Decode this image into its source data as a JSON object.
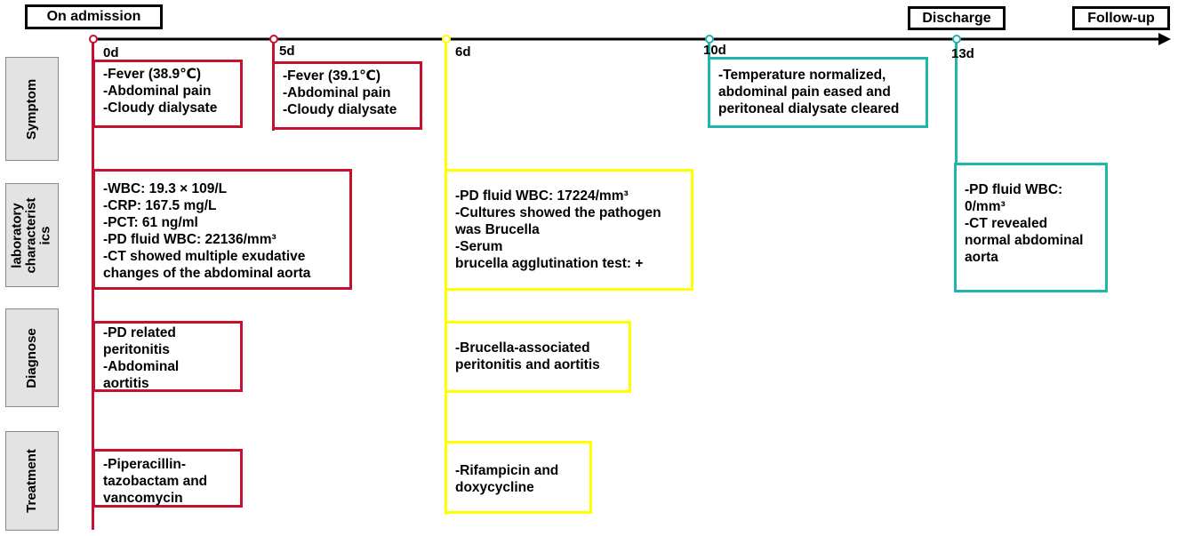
{
  "header": {
    "admission": "On admission",
    "discharge": "Discharge",
    "followup": "Follow-up"
  },
  "days": {
    "d0": "0d",
    "d5": "5d",
    "d6": "6d",
    "d10": "10d",
    "d13": "13d"
  },
  "rows": {
    "symptom": "Symptom",
    "laboratory": [
      "laboratory",
      "characterist",
      "ics"
    ],
    "diagnose": "Diagnose",
    "treatment": "Treatment"
  },
  "boxes": {
    "sym0": [
      "-Fever (38.9℃)",
      "-Abdominal pain",
      "-Cloudy dialysate"
    ],
    "sym5": [
      "-Fever (39.1℃)",
      "-Abdominal pain",
      "-Cloudy dialysate"
    ],
    "sym10": [
      "-Temperature normalized,",
      "abdominal pain eased and",
      "peritoneal dialysate cleared"
    ],
    "lab0": [
      "-WBC: 19.3 × 109/L",
      "-CRP: 167.5 mg/L",
      "-PCT: 61 ng/ml",
      "-PD fluid WBC: 22136/mm³",
      "-CT showed multiple exudative",
      "changes of the abdominal aorta"
    ],
    "lab6": [
      "-PD fluid WBC: 17224/mm³",
      "-Cultures showed the pathogen",
      "was Brucella",
      "-Serum",
      "brucella agglutination test:  +"
    ],
    "lab13": [
      "-PD fluid WBC:",
      "0/mm³",
      "-CT revealed",
      "normal abdominal",
      "aorta"
    ],
    "diag0": [
      "-PD related",
      "peritonitis",
      "-Abdominal",
      "aortitis"
    ],
    "diag6": [
      "-Brucella-associated",
      "peritonitis and aortitis"
    ],
    "treat0": [
      "-Piperacillin-",
      "tazobactam and",
      "vancomycin"
    ],
    "treat6": [
      "-Rifampicin and",
      "doxycycline"
    ]
  },
  "colors": {
    "red": "#c8102e",
    "yellow": "#ffff00",
    "teal": "#1fb5ad",
    "black": "#000000",
    "label_gray": "#e3e3e3"
  }
}
